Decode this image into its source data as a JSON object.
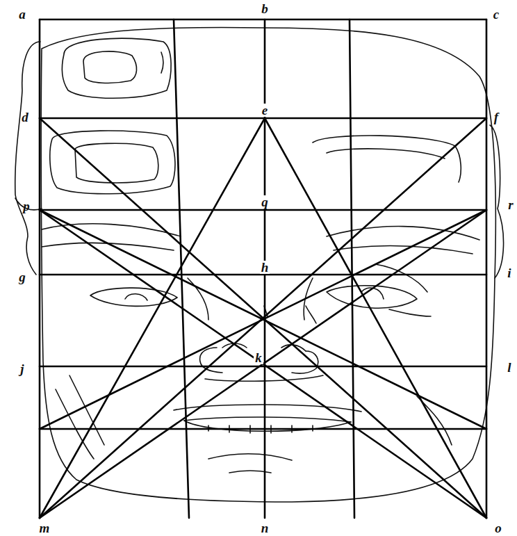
{
  "diagram": {
    "labels": [
      "a",
      "b",
      "c",
      "d",
      "e",
      "f",
      "p",
      "q",
      "r",
      "g",
      "h",
      "i",
      "j",
      "k",
      "l",
      "m",
      "n",
      "o"
    ]
  }
}
